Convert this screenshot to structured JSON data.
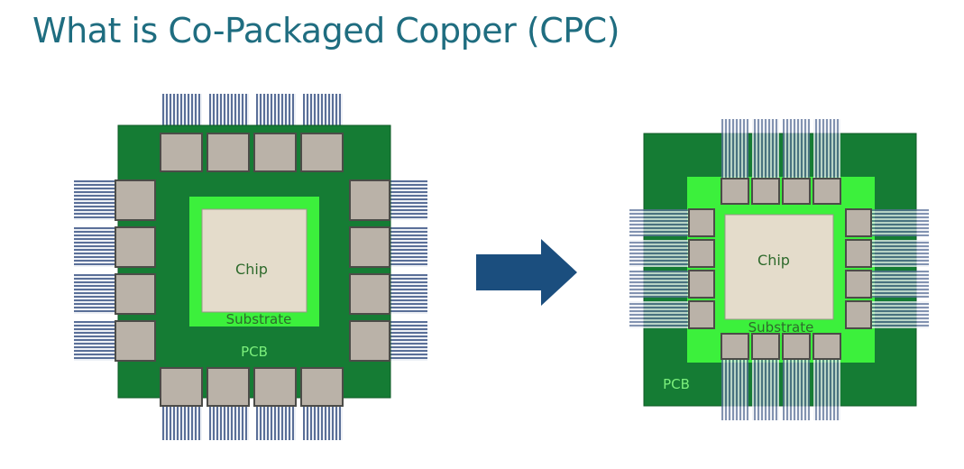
{
  "slide": {
    "title": "What is Co-Packaged Copper (CPC)"
  },
  "left_diagram": {
    "chip_label": "Chip",
    "substrate_label": "Substrate",
    "pcb_label": "PCB"
  },
  "right_diagram": {
    "chip_label": "Chip",
    "substrate_label": "Substrate",
    "pcb_label": "PCB"
  },
  "arrow": {
    "icon": "right-arrow-icon",
    "color": "#1b4e7e"
  },
  "colors": {
    "title": "#1f6d80",
    "pcb": "#157c34",
    "substrate": "#3cf03c",
    "chip": "#e4dccb",
    "module": "#bab2a8",
    "cable": "#5a6f98",
    "label_on_chip": "#2e6a2c",
    "label_on_pcb": "#7cf07c"
  }
}
